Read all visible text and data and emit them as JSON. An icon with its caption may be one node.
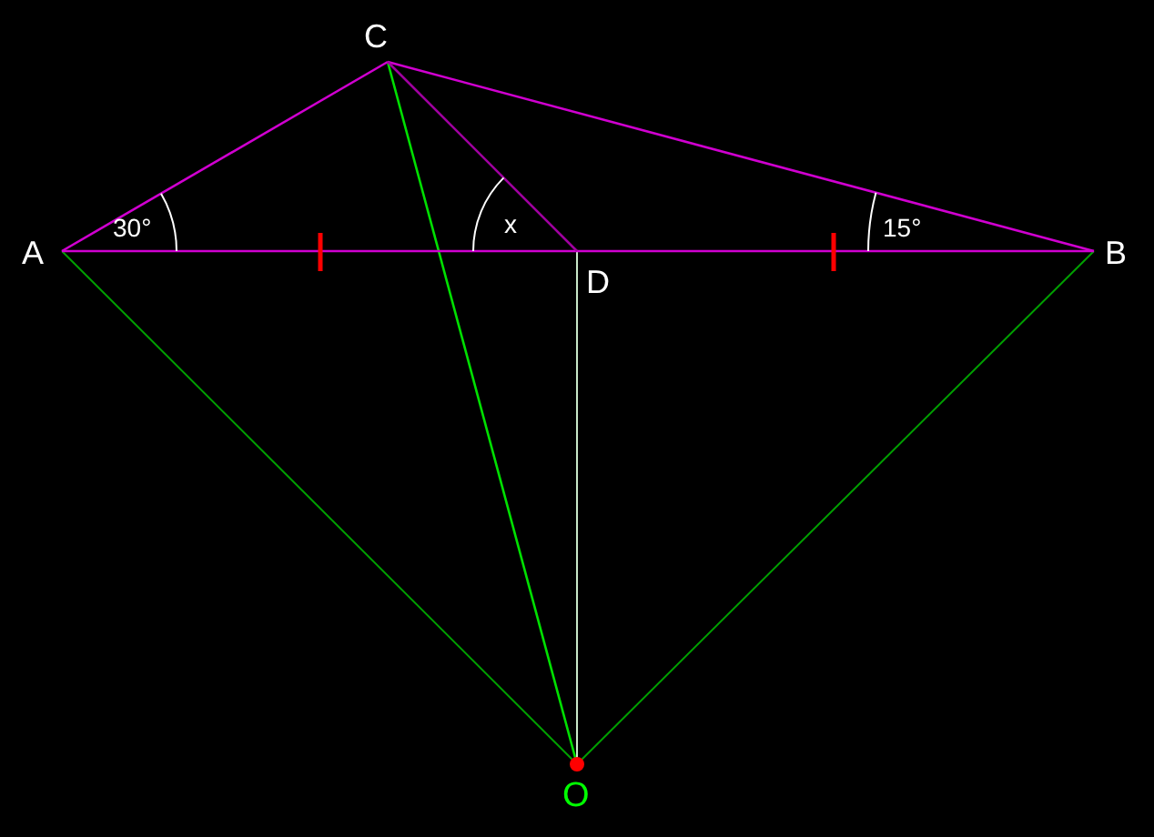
{
  "diagram": {
    "labels": [
      "C",
      "A",
      "30°",
      "x",
      "D",
      "15°",
      "B",
      "O"
    ]
  }
}
